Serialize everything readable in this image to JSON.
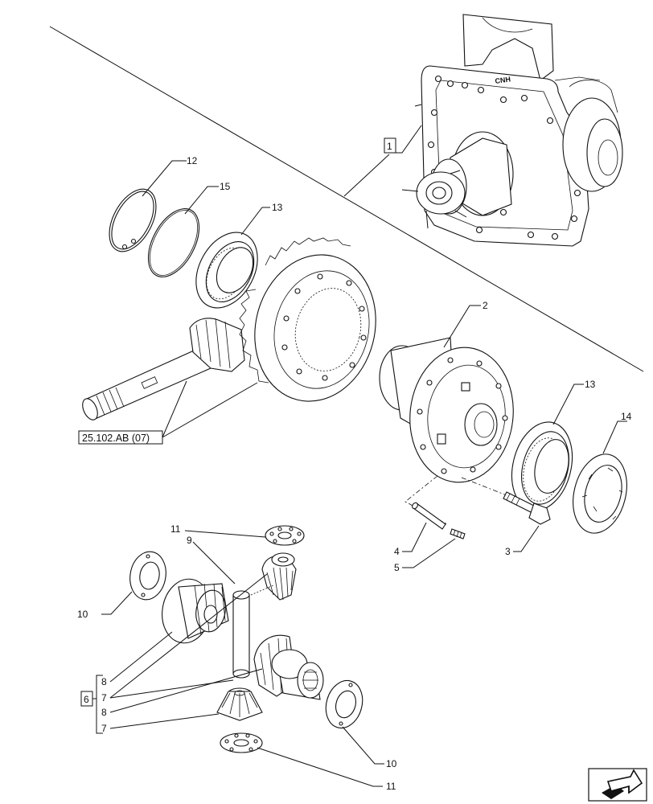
{
  "callouts": {
    "c1": "1",
    "c2": "2",
    "c3": "3",
    "c4": "4",
    "c5": "5",
    "c6": "6",
    "c7a": "7",
    "c7b": "7",
    "c8a": "8",
    "c8b": "8",
    "c9": "9",
    "c10a": "10",
    "c10b": "10",
    "c11a": "11",
    "c11b": "11",
    "c12": "12",
    "c13a": "13",
    "c13b": "13",
    "c14": "14",
    "c15": "15"
  },
  "reference_label": "25.102.AB (07)",
  "housing_logo": "CNH",
  "nav_icon": "next-page-arrow-icon"
}
